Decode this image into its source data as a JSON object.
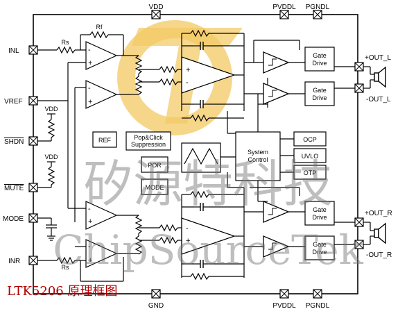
{
  "pins": {
    "top": [
      "VDD",
      "PVDDL",
      "PGNDL"
    ],
    "bottom": [
      "GND",
      "PVDDL",
      "PGNDL"
    ],
    "left": [
      "INL",
      "VREF",
      "SHDN",
      "MUTE",
      "MODE",
      "INR"
    ],
    "right": [
      "+OUT_L",
      "-OUT_L",
      "+OUT_R",
      "-OUT_R"
    ]
  },
  "labels": {
    "rf": "Rf",
    "rs_top": "Rs",
    "rs_bottom": "Rs",
    "vdd_shdn": "VDD",
    "vdd_mute": "VDD",
    "plus": "+",
    "minus": "-"
  },
  "blocks": {
    "ref": "REF",
    "popclick_1": "Pop&Click",
    "popclick_2": "Suppression",
    "por": "POR",
    "mode": "MODE",
    "system_1": "System",
    "system_2": "Control",
    "ocp": "OCP",
    "uvlo": "UVLO",
    "otp": "OTP",
    "gate_1": "Gate",
    "gate_2": "Drive"
  },
  "watermark": {
    "cn": "矽源特科技",
    "en": "ChipSourceTek"
  },
  "caption": "LTK5206 原理框图",
  "colors": {
    "line": "#000000",
    "caption": "#b00000",
    "logo": "#f2c14e"
  }
}
